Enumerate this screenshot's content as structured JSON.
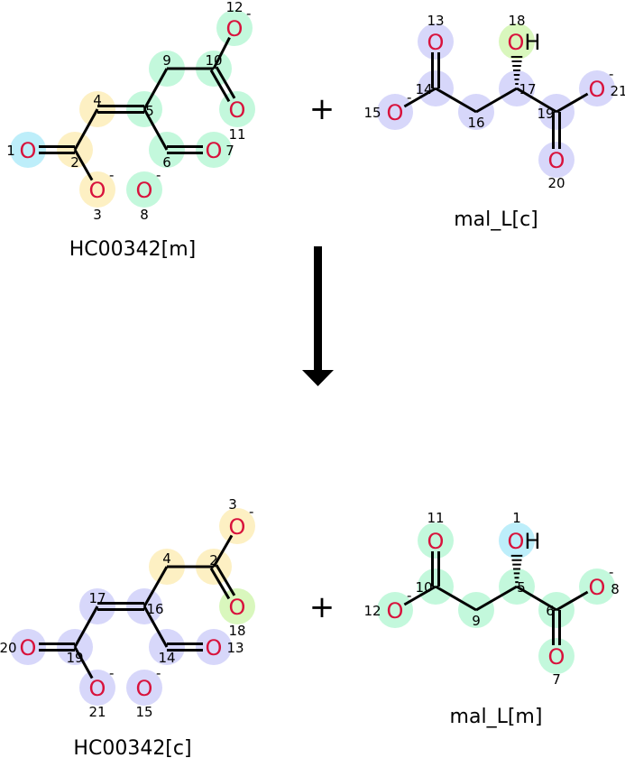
{
  "colors": {
    "blue": "#bdeefa",
    "yellow": "#fdf0c3",
    "green": "#c3f8dc",
    "lavender": "#d7d7fa",
    "lightgreen": "#d9f7bd",
    "oxygen": "#d8123c",
    "bond": "#000000"
  },
  "reaction": {
    "plus_symbol": "+",
    "arrow_direction": "down"
  },
  "molecules": [
    {
      "key": "m1",
      "name": "HC00342[m]",
      "atoms": [
        {
          "i": "1",
          "el": "O",
          "charge": "",
          "color": "blue"
        },
        {
          "i": "2",
          "el": "",
          "charge": "",
          "color": "yellow"
        },
        {
          "i": "3",
          "el": "O",
          "charge": "-",
          "color": "yellow"
        },
        {
          "i": "4",
          "el": "",
          "charge": "",
          "color": "yellow"
        },
        {
          "i": "5",
          "el": "",
          "charge": "",
          "color": "green"
        },
        {
          "i": "6",
          "el": "",
          "charge": "",
          "color": "green"
        },
        {
          "i": "7",
          "el": "O",
          "charge": "",
          "color": "green"
        },
        {
          "i": "8",
          "el": "O",
          "charge": "-",
          "color": "green"
        },
        {
          "i": "9",
          "el": "",
          "charge": "",
          "color": "green"
        },
        {
          "i": "10",
          "el": "",
          "charge": "",
          "color": "green"
        },
        {
          "i": "11",
          "el": "O",
          "charge": "",
          "color": "green"
        },
        {
          "i": "12",
          "el": "O",
          "charge": "-",
          "color": "green"
        }
      ],
      "bonds": [
        [
          "1",
          "2",
          2
        ],
        [
          "2",
          "4",
          1
        ],
        [
          "2",
          "3",
          1
        ],
        [
          "4",
          "5",
          2
        ],
        [
          "5",
          "9",
          1
        ],
        [
          "5",
          "6",
          1
        ],
        [
          "6",
          "7",
          2
        ],
        [
          "9",
          "10",
          1
        ],
        [
          "10",
          "12",
          1
        ],
        [
          "10",
          "11",
          2
        ]
      ]
    },
    {
      "key": "m2",
      "name": "mal_L[c]",
      "atoms": [
        {
          "i": "13",
          "el": "O",
          "charge": "",
          "color": "lavender"
        },
        {
          "i": "14",
          "el": "",
          "charge": "",
          "color": "lavender"
        },
        {
          "i": "15",
          "el": "O",
          "charge": "-",
          "color": "lavender"
        },
        {
          "i": "16",
          "el": "",
          "charge": "",
          "color": "lavender"
        },
        {
          "i": "17",
          "el": "",
          "charge": "",
          "color": "lavender"
        },
        {
          "i": "18",
          "el": "OH",
          "charge": "",
          "color": "lightgreen"
        },
        {
          "i": "19",
          "el": "",
          "charge": "",
          "color": "lavender"
        },
        {
          "i": "20",
          "el": "O",
          "charge": "",
          "color": "lavender"
        },
        {
          "i": "21",
          "el": "O",
          "charge": "-",
          "color": "lavender"
        }
      ],
      "bonds": [
        [
          "13",
          "14",
          2
        ],
        [
          "14",
          "15",
          1
        ],
        [
          "14",
          "16",
          1
        ],
        [
          "16",
          "17",
          1
        ],
        [
          "17",
          "18",
          "hash"
        ],
        [
          "17",
          "19",
          1
        ],
        [
          "19",
          "20",
          2
        ],
        [
          "19",
          "21",
          1
        ]
      ]
    },
    {
      "key": "m3",
      "name": "HC00342[c]",
      "atoms": [
        {
          "i": "2",
          "el": "",
          "charge": "",
          "color": "yellow"
        },
        {
          "i": "3",
          "el": "O",
          "charge": "-",
          "color": "yellow"
        },
        {
          "i": "4",
          "el": "",
          "charge": "",
          "color": "yellow"
        },
        {
          "i": "13",
          "el": "O",
          "charge": "",
          "color": "lavender"
        },
        {
          "i": "14",
          "el": "",
          "charge": "",
          "color": "lavender"
        },
        {
          "i": "15",
          "el": "O",
          "charge": "-",
          "color": "lavender"
        },
        {
          "i": "16",
          "el": "",
          "charge": "",
          "color": "lavender"
        },
        {
          "i": "17",
          "el": "",
          "charge": "",
          "color": "lavender"
        },
        {
          "i": "18",
          "el": "O",
          "charge": "",
          "color": "lightgreen"
        },
        {
          "i": "19",
          "el": "",
          "charge": "",
          "color": "lavender"
        },
        {
          "i": "20",
          "el": "O",
          "charge": "",
          "color": "lavender"
        },
        {
          "i": "21",
          "el": "O",
          "charge": "-",
          "color": "lavender"
        }
      ],
      "bonds": [
        [
          "3",
          "2",
          1
        ],
        [
          "2",
          "4",
          1
        ],
        [
          "2",
          "18",
          2
        ],
        [
          "4",
          "16",
          1
        ],
        [
          "16",
          "17",
          2
        ],
        [
          "17",
          "19",
          1
        ],
        [
          "19",
          "20",
          2
        ],
        [
          "19",
          "21",
          1
        ],
        [
          "16",
          "14",
          1
        ],
        [
          "14",
          "13",
          2
        ]
      ]
    },
    {
      "key": "m4",
      "name": "mal_L[m]",
      "atoms": [
        {
          "i": "1",
          "el": "OH",
          "charge": "",
          "color": "blue"
        },
        {
          "i": "5",
          "el": "",
          "charge": "",
          "color": "green"
        },
        {
          "i": "6",
          "el": "",
          "charge": "",
          "color": "green"
        },
        {
          "i": "7",
          "el": "O",
          "charge": "",
          "color": "green"
        },
        {
          "i": "8",
          "el": "O",
          "charge": "-",
          "color": "green"
        },
        {
          "i": "9",
          "el": "",
          "charge": "",
          "color": "green"
        },
        {
          "i": "10",
          "el": "",
          "charge": "",
          "color": "green"
        },
        {
          "i": "11",
          "el": "O",
          "charge": "",
          "color": "green"
        },
        {
          "i": "12",
          "el": "O",
          "charge": "-",
          "color": "green"
        }
      ],
      "bonds": [
        [
          "11",
          "10",
          2
        ],
        [
          "10",
          "12",
          1
        ],
        [
          "10",
          "9",
          1
        ],
        [
          "9",
          "5",
          1
        ],
        [
          "5",
          "1",
          "hash"
        ],
        [
          "5",
          "6",
          1
        ],
        [
          "6",
          "7",
          2
        ],
        [
          "6",
          "8",
          1
        ]
      ]
    }
  ]
}
